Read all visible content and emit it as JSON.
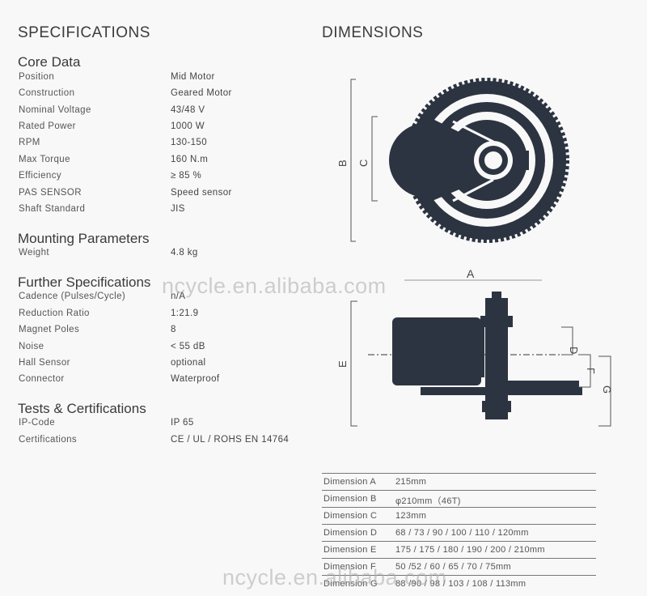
{
  "headings": {
    "specifications": "SPECIFICATIONS",
    "dimensions": "DIMENSIONS"
  },
  "sections": [
    {
      "title": "Core Data",
      "rows": [
        {
          "label": "Position",
          "value": "Mid Motor"
        },
        {
          "label": "Construction",
          "value": "Geared Motor"
        },
        {
          "label": "Nominal Voltage",
          "value": "43/48 V"
        },
        {
          "label": "Rated Power",
          "value": "1000 W"
        },
        {
          "label": "RPM",
          "value": "130-150"
        },
        {
          "label": "Max Torque",
          "value": "160 N.m"
        },
        {
          "label": "Efficiency",
          "value": "≥ 85 %"
        },
        {
          "label": "PAS SENSOR",
          "value": "Speed sensor"
        },
        {
          "label": "Shaft Standard",
          "value": "JIS"
        }
      ]
    },
    {
      "title": "Mounting Parameters",
      "rows": [
        {
          "label": "Weight",
          "value": "4.8 kg"
        }
      ]
    },
    {
      "title": "Further Specifications",
      "rows": [
        {
          "label": "Cadence (Pulses/Cycle)",
          "value": "n/A"
        },
        {
          "label": "Reduction Ratio",
          "value": "1:21.9"
        },
        {
          "label": "Magnet Poles",
          "value": "8"
        },
        {
          "label": "Noise",
          "value": "< 55 dB"
        },
        {
          "label": "Hall Sensor",
          "value": "optional"
        },
        {
          "label": "Connector",
          "value": "Waterproof"
        }
      ]
    },
    {
      "title": "Tests & Certifications",
      "rows": [
        {
          "label": "IP-Code",
          "value": "IP 65"
        },
        {
          "label": "Certifications",
          "value": "CE / UL / ROHS EN 14764"
        }
      ]
    }
  ],
  "drawing_labels": {
    "a": "A",
    "b": "B",
    "c": "C",
    "d": "D",
    "e": "E",
    "f": "F",
    "g": "G"
  },
  "dimension_table": [
    {
      "label": "Dimension A",
      "value": "215mm"
    },
    {
      "label": "Dimension B",
      "value": "φ210mm（46T)"
    },
    {
      "label": "Dimension C",
      "value": "123mm"
    },
    {
      "label": "Dimension D",
      "value": "68 / 73 / 90 / 100 / 110 / 120mm"
    },
    {
      "label": "Dimension E",
      "value": "175 / 175 / 180 / 190 / 200 / 210mm"
    },
    {
      "label": "Dimension F",
      "value": "50 /52 / 60 / 65 / 70 / 75mm"
    },
    {
      "label": "Dimension G",
      "value": "88 /90 / 98 / 103 / 108 / 113mm"
    }
  ],
  "watermark": "ncycle.en.alibaba.com",
  "colors": {
    "motor": "#2c3441",
    "line": "#555555",
    "background": "#f8f8f8"
  }
}
